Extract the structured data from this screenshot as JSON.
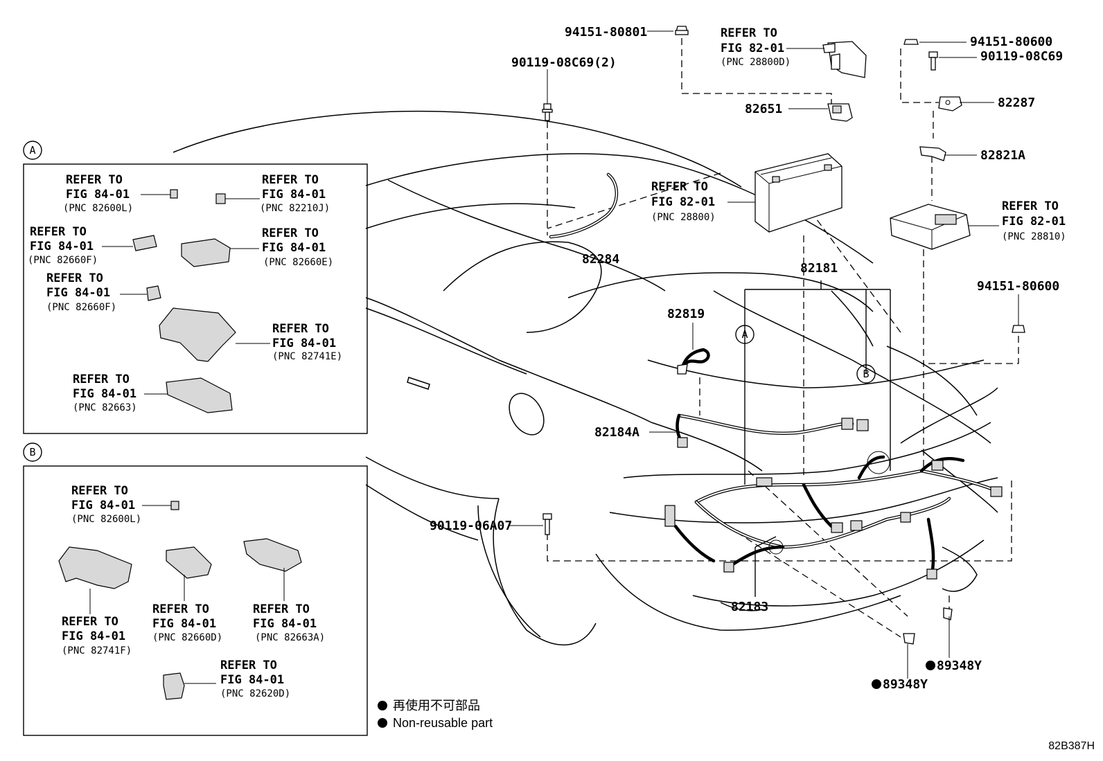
{
  "diagram_id": "82B387H",
  "legend": {
    "jp": "再使用不可部品",
    "en": "Non-reusable part"
  },
  "inset_a": {
    "tag": "A",
    "items": [
      {
        "ref1": "REFER TO",
        "ref2": "FIG 84-01",
        "pnc": "(PNC 82600L)"
      },
      {
        "ref1": "REFER TO",
        "ref2": "FIG 84-01",
        "pnc": "(PNC 82210J)"
      },
      {
        "ref1": "REFER TO",
        "ref2": "FIG 84-01",
        "pnc": "(PNC 82660F)"
      },
      {
        "ref1": "REFER TO",
        "ref2": "FIG 84-01",
        "pnc": "(PNC 82660E)"
      },
      {
        "ref1": "REFER TO",
        "ref2": "FIG 84-01",
        "pnc": "(PNC 82660F)"
      },
      {
        "ref1": "REFER TO",
        "ref2": "FIG 84-01",
        "pnc": "(PNC 82741E)"
      },
      {
        "ref1": "REFER TO",
        "ref2": "FIG 84-01",
        "pnc": "(PNC 82663)"
      }
    ]
  },
  "inset_b": {
    "tag": "B",
    "items": [
      {
        "ref1": "REFER TO",
        "ref2": "FIG 84-01",
        "pnc": "(PNC 82600L)"
      },
      {
        "ref1": "REFER TO",
        "ref2": "FIG 84-01",
        "pnc": "(PNC 82741F)"
      },
      {
        "ref1": "REFER TO",
        "ref2": "FIG 84-01",
        "pnc": "(PNC 82660D)"
      },
      {
        "ref1": "REFER TO",
        "ref2": "FIG 84-01",
        "pnc": "(PNC 82663A)"
      },
      {
        "ref1": "REFER TO",
        "ref2": "FIG 84-01",
        "pnc": "(PNC 82620D)"
      }
    ]
  },
  "main": {
    "callout_a": "A",
    "callout_b": "B",
    "parts": {
      "p94151_80801": "94151-80801",
      "p90119_08c69_2": "90119-08C69(2)",
      "p82651": "82651",
      "p82284": "82284",
      "p94151_80600_top": "94151-80600",
      "p90119_08c69": "90119-08C69",
      "p82287": "82287",
      "p82821a": "82821A",
      "p82181": "82181",
      "p82819": "82819",
      "p94151_80600_right": "94151-80600",
      "p82184a": "82184A",
      "p90119_06a07": "90119-06A07",
      "p82183": "82183",
      "p89348y_1": "89348Y",
      "p89348y_2": "89348Y"
    },
    "refs": {
      "battery_clamp": {
        "ref1": "REFER TO",
        "ref2": "FIG 82-01",
        "pnc": "(PNC 28800D)"
      },
      "battery": {
        "ref1": "REFER TO",
        "ref2": "FIG 82-01",
        "pnc": "(PNC 28800)"
      },
      "module": {
        "ref1": "REFER TO",
        "ref2": "FIG 82-01",
        "pnc": "(PNC 28810)"
      }
    }
  }
}
